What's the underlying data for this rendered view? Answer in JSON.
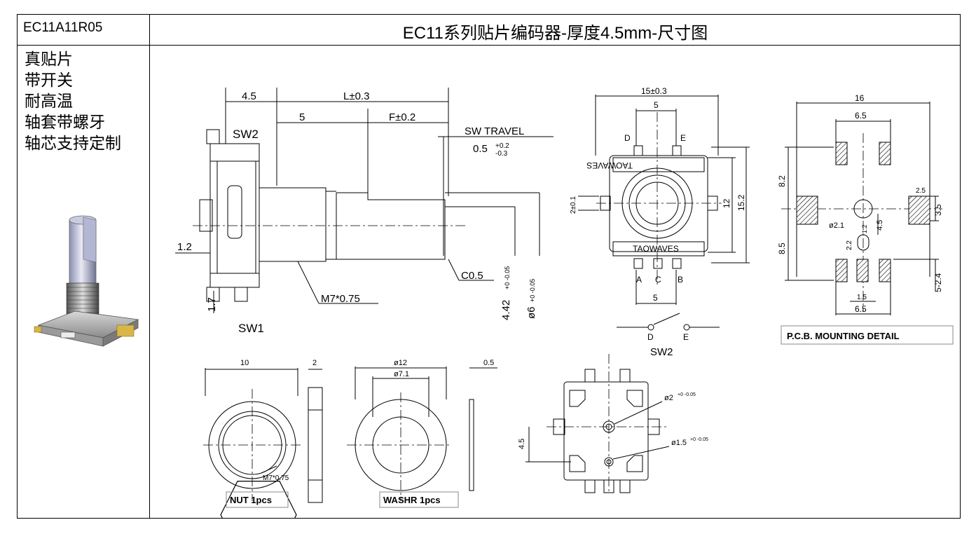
{
  "header": {
    "model": "EC11A11R05",
    "title": "EC11系列贴片编码器-厚度4.5mm-尺寸图"
  },
  "features": [
    "真贴片",
    "带开关",
    "耐高温",
    "轴套带螺牙",
    "轴芯支持定制"
  ],
  "side_view": {
    "dim_a": "4.5",
    "dim_l": "L±0.3",
    "dim_b": "5",
    "dim_f": "F±0.2",
    "sw_travel": "SW TRAVEL",
    "travel_val": "0.5",
    "travel_tol_up": "+0.2",
    "travel_tol_down": "-0.3",
    "sw2": "SW2",
    "sw1": "SW1",
    "dim_12": "1.2",
    "dim_17": "1.7",
    "thread": "M7*0.75",
    "chamfer": "C0.5",
    "dia_442": "4.42",
    "dia_442_tol": "+0 -0.05",
    "dia_6": "ø6",
    "dia_6_tol": "+0 -0.05"
  },
  "front_view": {
    "dim_15": "15±0.3",
    "dim_5_top": "5",
    "pin_d": "D",
    "pin_e": "E",
    "brand_top": "TAOWAVES",
    "brand_bottom": "TAOWAVES",
    "dim_2": "2±0.1",
    "dim_12": "12",
    "dim_152": "15.2",
    "pin_a": "A",
    "pin_c": "C",
    "pin_b": "B",
    "dim_5_bottom": "5",
    "switch_d": "D",
    "switch_e": "E",
    "switch_label": "SW2"
  },
  "pcb": {
    "dim_16": "16",
    "dim_65_top": "6.5",
    "dim_82": "8.2",
    "dim_25": "2.5",
    "dim_35": "3.5",
    "hole": "ø2.1",
    "dim_45": "4.5",
    "dim_12": "1.2",
    "dim_22": "2.2",
    "dim_85": "8.5",
    "dim_15": "1.5",
    "dim_65_bottom": "6.5",
    "dim_524": "5-2.4",
    "caption": "P.C.B. MOUNTING DETAIL"
  },
  "nut": {
    "dim_10": "10",
    "dim_2": "2",
    "thread": "M7*0.75",
    "caption": "NUT  1pcs"
  },
  "washer": {
    "dim_12": "ø12",
    "dim_71": "ø7.1",
    "dim_05": "0.5",
    "caption": "WASHR   1pcs"
  },
  "bottom_view": {
    "hole1": "ø2",
    "hole1_tol": "+0 -0.05",
    "hole2": "ø1.5",
    "hole2_tol": "+0 -0.05",
    "dim_45": "4.5"
  }
}
